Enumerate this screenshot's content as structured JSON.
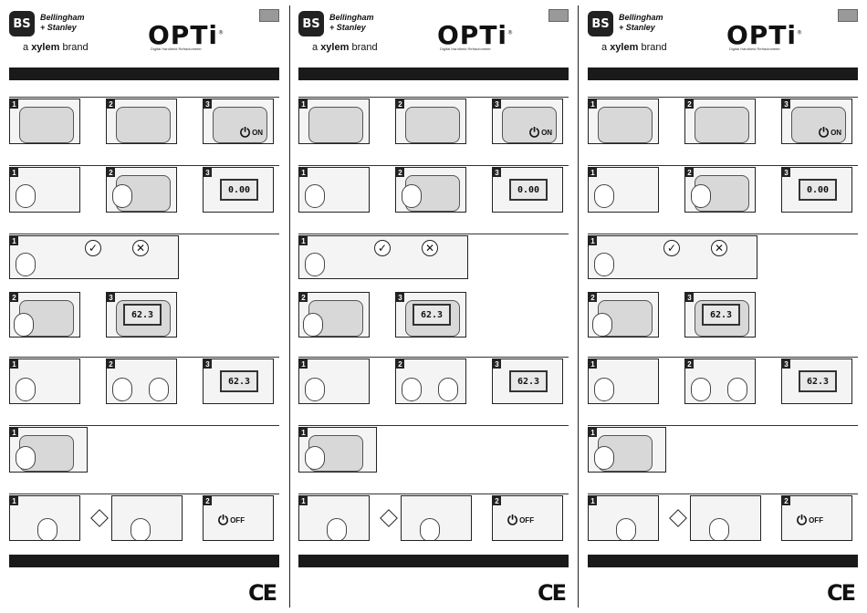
{
  "brand": {
    "logo_initials": "BS",
    "name": "Bellingham\n+ Stanley",
    "tagline_prefix": "a ",
    "tagline_brand": "xylem",
    "tagline_suffix": " brand",
    "product": "OPTi",
    "product_mark": "®",
    "product_subtitle": "Digital Handheld Refractometer"
  },
  "figures": {
    "on_label": "ON",
    "off_label": "OFF",
    "reading_zero": "0.00",
    "reading_sample": "62.3",
    "check_ok": "✓",
    "check_bad": "✕",
    "step_numbers": [
      "1",
      "2",
      "3"
    ]
  },
  "footer": {
    "ce_mark": "CE"
  },
  "colors": {
    "bar": "#1a1a1a",
    "badge": "#999999"
  }
}
